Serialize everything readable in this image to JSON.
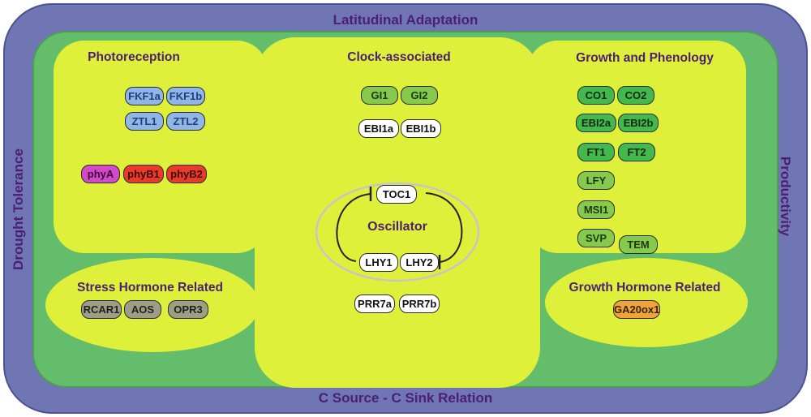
{
  "edges": {
    "top": "Latitudinal Adaptation",
    "bottom": "C Source - C Sink Relation",
    "left": "Drought Tolerance",
    "right": "Productivity"
  },
  "groups": {
    "photoreception": {
      "title": "Photoreception",
      "genes": [
        "FKF1a",
        "FKF1b",
        "ZTL1",
        "ZTL2",
        "phyA",
        "phyB1",
        "phyB2"
      ]
    },
    "clock": {
      "title": "Clock-associated",
      "genes": [
        "GI1",
        "GI2",
        "EBI1a",
        "EBI1b",
        "PRR7a",
        "PRR7b"
      ]
    },
    "oscillator": {
      "title": "Oscillator",
      "genes": [
        "TOC1",
        "LHY1",
        "LHY2"
      ]
    },
    "growth": {
      "title": "Growth and Phenology",
      "genes": [
        "CO1",
        "CO2",
        "EBI2a",
        "EBI2b",
        "FT1",
        "FT2",
        "LFY",
        "MSI1",
        "SVP",
        "TEM"
      ]
    },
    "stress": {
      "title": "Stress Hormone Related",
      "genes": [
        "RCAR1",
        "AOS",
        "OPR3"
      ]
    },
    "growth_hormone": {
      "title": "Growth Hormone Related",
      "genes": [
        "GA20ox1"
      ]
    }
  },
  "colors": {
    "outer_band": "#6f76b3",
    "inner_band": "#64bd6a",
    "region": "#dff03a",
    "label": "#4b1f73"
  }
}
